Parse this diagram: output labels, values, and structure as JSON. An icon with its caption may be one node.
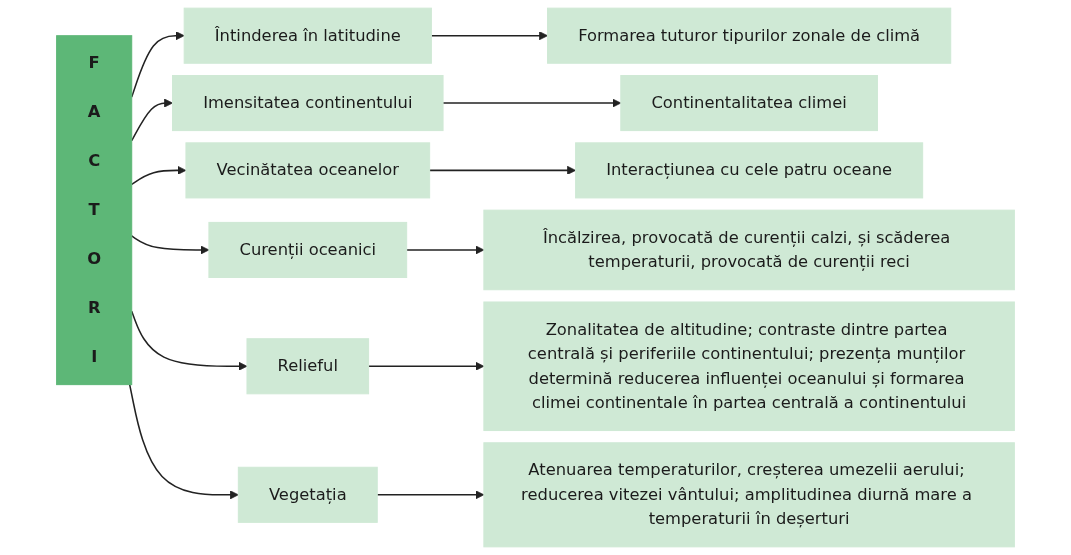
{
  "diagram": {
    "nodes": [
      {
        "text": [
          "FACTORI"
        ]
      },
      {
        "text": [
          "Întinderea în latitudine"
        ]
      },
      {
        "text": [
          "Formarea tuturor tipurilor zonale de climă"
        ]
      },
      {
        "text": [
          "Imensitatea continentului"
        ]
      },
      {
        "text": [
          "Continentalitatea climei"
        ]
      },
      {
        "text": [
          "Vecinătatea oceanelor"
        ]
      },
      {
        "text": [
          "Interacțiunea cu cele patru oceane"
        ]
      },
      {
        "text": [
          "Curenții oceanici"
        ]
      },
      {
        "text": [
          "Încălzirea, provocată de curenții calzi, și scăderea temperaturii, provocată de curenții reci"
        ]
      },
      {
        "text": [
          "Relieful"
        ]
      },
      {
        "text": [
          "Zonalitatea de altitudine; contraste dintre partea centrală și periferiile continentului; prezența munților determină reducerea influenței oceanului și formarea climei continentale în partea centrală a continentului"
        ]
      },
      {
        "text": [
          "Vegetația"
        ]
      },
      {
        "text": [
          "Atenuarea temperaturilor, creșterea umezelii aerului; reducerea vitezei vântului; amplitudinea diurnă mare a temperaturii în deșerturi"
        ]
      }
    ],
    "edges": [
      {
        "from": 0,
        "to": 1,
        "arrow": "to"
      },
      {
        "from": 1,
        "to": 2,
        "arrow": "to"
      },
      {
        "from": 0,
        "to": 3,
        "arrow": "to"
      },
      {
        "from": 3,
        "to": 4,
        "arrow": "to"
      },
      {
        "from": 0,
        "to": 5,
        "arrow": "to"
      },
      {
        "from": 5,
        "to": 6,
        "arrow": "to"
      },
      {
        "from": 0,
        "to": 7,
        "arrow": "to"
      },
      {
        "from": 7,
        "to": 8,
        "arrow": "to"
      },
      {
        "from": 0,
        "to": 9,
        "arrow": "to"
      },
      {
        "from": 9,
        "to": 10,
        "arrow": "to"
      },
      {
        "from": 0,
        "to": 11,
        "arrow": "to"
      },
      {
        "from": 11,
        "to": 12,
        "arrow": "to"
      }
    ]
  }
}
